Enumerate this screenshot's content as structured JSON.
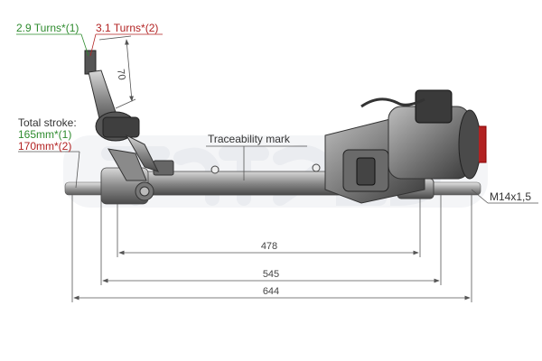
{
  "turns": {
    "option1": "2.9 Turns*(1)",
    "option2": "3.1 Turns*(2)"
  },
  "stroke": {
    "title": "Total stroke:",
    "option1": "165mm*(1)",
    "option2": "170mm*(2)"
  },
  "annotations": {
    "traceability": "Traceability mark",
    "thread": "M14x1,5"
  },
  "dimensions": {
    "column_offset": "70",
    "rack_inner": "478",
    "rack_mid": "545",
    "overall": "644"
  },
  "colors": {
    "option1": "#2e8b2e",
    "option2": "#b22222",
    "watermark": "#e8e8ec"
  }
}
